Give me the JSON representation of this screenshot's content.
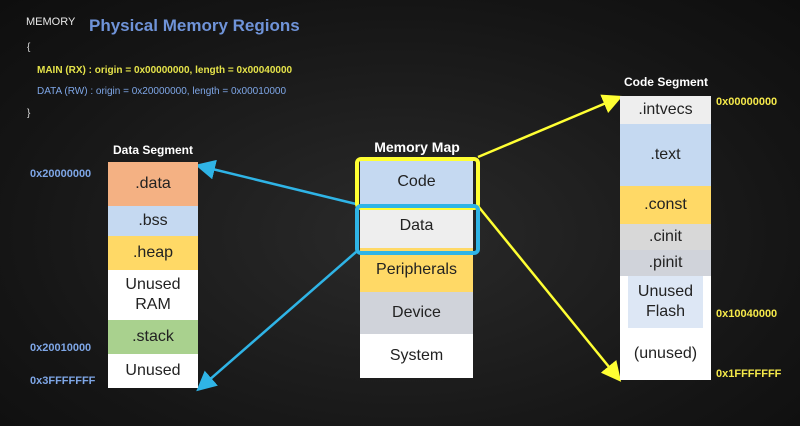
{
  "header": {
    "memory_label": "MEMORY",
    "title": "Physical Memory Regions",
    "brace_open": "{",
    "brace_close": "}",
    "main_line": "MAIN  (RX) : origin = 0x00000000, length = 0x00040000",
    "data_line": "DATA  (RW) : origin = 0x20000000, length = 0x00010000"
  },
  "data_segment": {
    "title": "Data Segment",
    "blocks": [
      ".data",
      ".bss",
      ".heap",
      "Unused RAM",
      ".stack",
      "Unused"
    ],
    "addresses": [
      "0x20000000",
      "0x20010000",
      "0x3FFFFFFF"
    ]
  },
  "memory_map": {
    "title": "Memory Map",
    "blocks": [
      "Code",
      "Data",
      "Peripherals",
      "Device",
      "System"
    ]
  },
  "code_segment": {
    "title": "Code Segment",
    "blocks": [
      ".intvecs",
      ".text",
      ".const",
      ".cinit",
      ".pinit",
      "Unused Flash",
      "(unused)"
    ],
    "addresses": [
      "0x00000000",
      "0x10040000",
      "0x1FFFFFFF"
    ]
  },
  "colors": {
    "data_orange": "#f4b183",
    "bss_blue": "#c5d9f1",
    "heap_yellow": "#ffd966",
    "stack_green": "#a9d18e",
    "peripherals_yellow": "#ffd966",
    "device_gray": "#d0d3da",
    "code_highlight": "#ffff33",
    "data_highlight": "#2fb4e6",
    "address_blue": "#7ea6e6",
    "address_yellow": "#f5e94a"
  }
}
